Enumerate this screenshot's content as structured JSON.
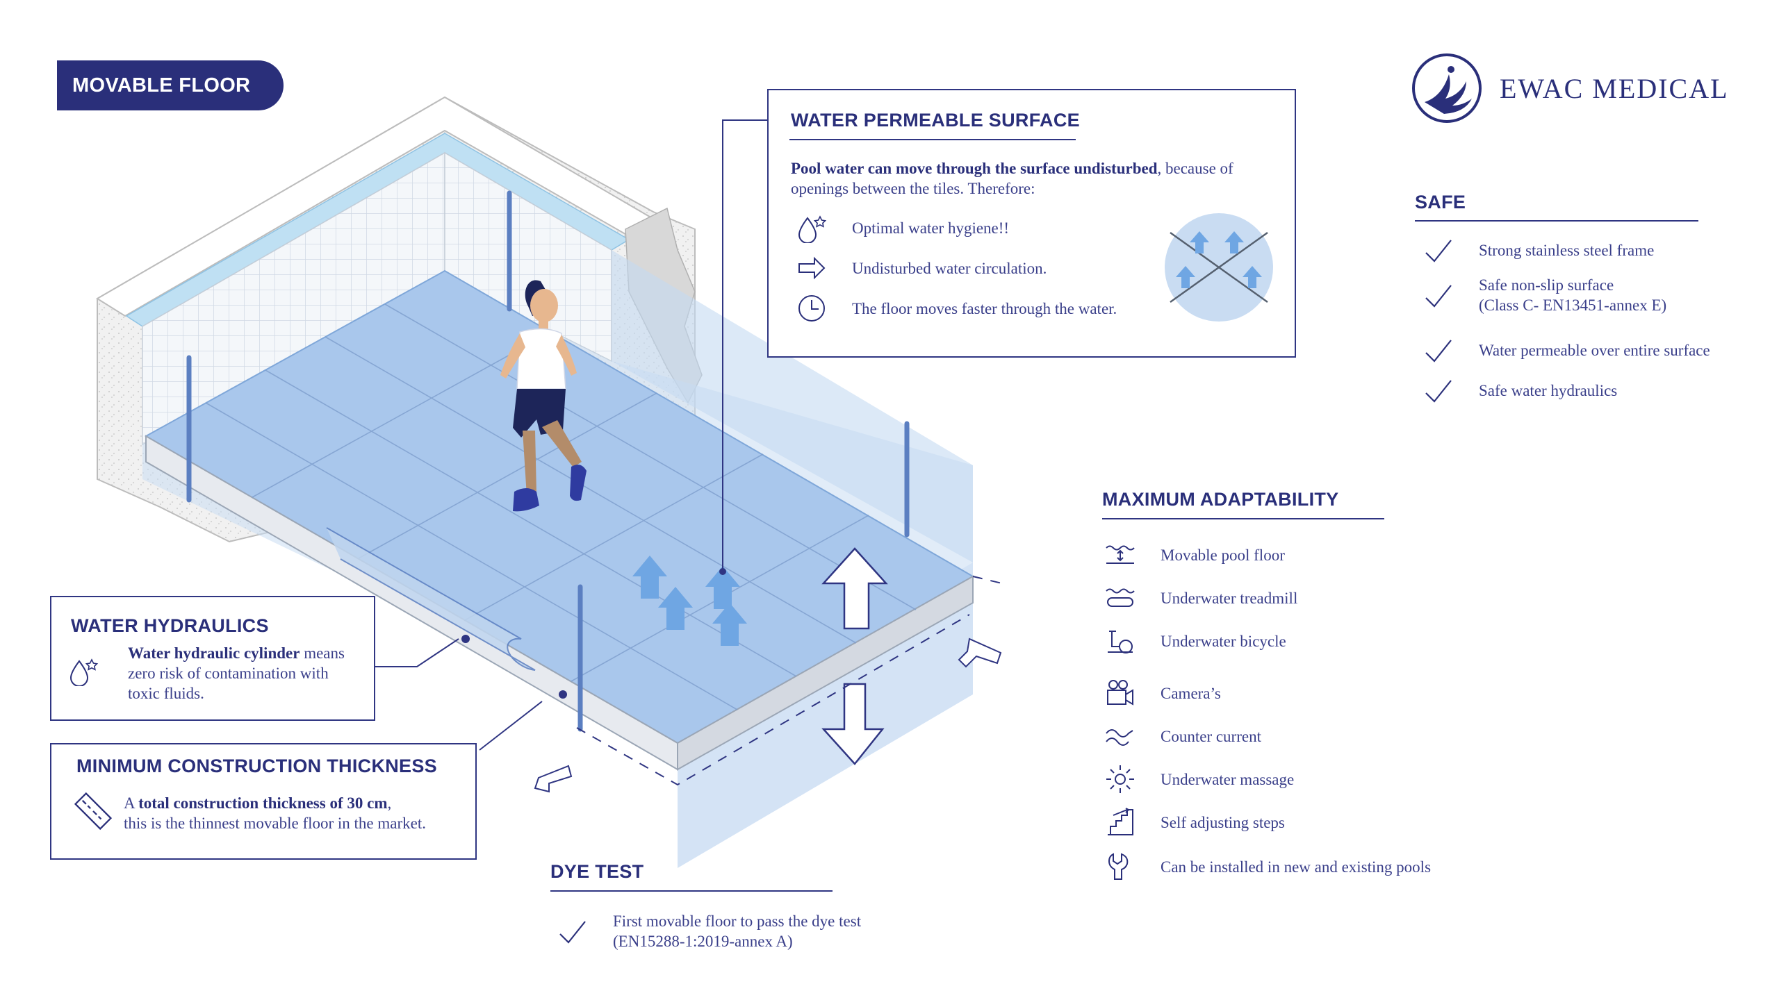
{
  "badge": {
    "label": "MOVABLE FLOOR"
  },
  "brand": {
    "name": "EWAC MEDICAL"
  },
  "colors": {
    "navy": "#2a2f7a",
    "pool_blue": "#9dc0ea",
    "arrow_blue": "#6fa6e3"
  },
  "water_permeable": {
    "title": "WATER PERMEABLE SURFACE",
    "intro_bold": "Pool water can move through the surface undisturbed",
    "intro_rest": ", because of openings between the tiles. Therefore:",
    "items": [
      {
        "icon": "water-drop-star-icon",
        "label": "Optimal water hygiene!!"
      },
      {
        "icon": "arrow-right-icon",
        "label": "Undisturbed water circulation."
      },
      {
        "icon": "clock-icon",
        "label": "The floor moves faster through the water."
      }
    ]
  },
  "safe": {
    "title": "SAFE",
    "items": [
      {
        "icon": "check-icon",
        "label": "Strong stainless steel frame",
        "sub": ""
      },
      {
        "icon": "check-icon",
        "label": "Safe non-slip surface",
        "sub": "(Class C- EN13451-annex E)"
      },
      {
        "icon": "check-icon",
        "label": "Water permeable over entire surface",
        "sub": ""
      },
      {
        "icon": "check-icon",
        "label": "Safe water hydraulics",
        "sub": ""
      }
    ]
  },
  "adaptability": {
    "title": "MAXIMUM ADAPTABILITY",
    "items": [
      {
        "icon": "movable-floor-icon",
        "label": "Movable pool floor"
      },
      {
        "icon": "treadmill-icon",
        "label": "Underwater treadmill"
      },
      {
        "icon": "bicycle-icon",
        "label": "Underwater bicycle"
      },
      {
        "icon": "camera-icon",
        "label": "Camera’s"
      },
      {
        "icon": "counter-current-icon",
        "label": "Counter current"
      },
      {
        "icon": "massage-icon",
        "label": "Underwater massage"
      },
      {
        "icon": "steps-icon",
        "label": "Self adjusting steps"
      },
      {
        "icon": "wrench-icon",
        "label": "Can be installed in new and existing pools"
      }
    ]
  },
  "hydraulics": {
    "title": "WATER HYDRAULICS",
    "icon": "water-drop-star-icon",
    "text_bold": "Water hydraulic cylinder",
    "text_rest1": " means",
    "text_rest2": "zero risk of contamination with",
    "text_rest3": "toxic fluids."
  },
  "thickness": {
    "title": "MINIMUM CONSTRUCTION THICKNESS",
    "icon": "ruler-icon",
    "text_pre": "A ",
    "text_bold": "total construction thickness of 30 cm",
    "text_post": ",",
    "text_line2": "this is the thinnest movable floor in the market."
  },
  "dye": {
    "title": "DYE TEST",
    "icon": "check-icon",
    "line1": "First movable floor to pass the dye test",
    "line2": "(EN15288-1:2019-annex A)"
  }
}
